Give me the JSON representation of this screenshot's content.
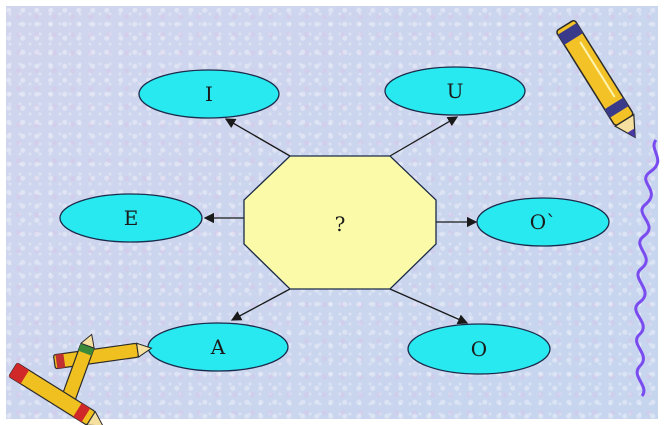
{
  "diagram": {
    "center": {
      "label": "?",
      "fill": "#fafaa8"
    },
    "nodes": [
      {
        "id": "i",
        "label": "I"
      },
      {
        "id": "u",
        "label": "U"
      },
      {
        "id": "e",
        "label": "E"
      },
      {
        "id": "o-accent",
        "label": "O`"
      },
      {
        "id": "a",
        "label": "A"
      },
      {
        "id": "o",
        "label": "O"
      }
    ],
    "node_fill": "#28e8f0",
    "stroke": "#1a2a4a"
  }
}
